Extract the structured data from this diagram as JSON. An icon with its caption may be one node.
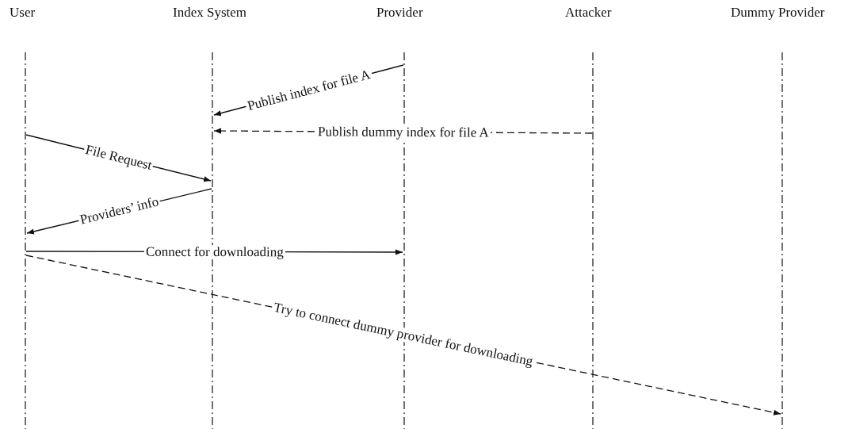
{
  "diagram": {
    "nodes": [
      {
        "text": [
          "User"
        ]
      },
      {
        "text": [
          "Index System"
        ]
      },
      {
        "text": [
          "Provider"
        ]
      },
      {
        "text": [
          "Attacker"
        ]
      },
      {
        "text": [
          "Dummy Provider"
        ]
      }
    ],
    "edges": [
      {
        "from": 2,
        "to": 1,
        "arrow": "to",
        "label": "Publish index for file A"
      },
      {
        "from": 3,
        "to": 1,
        "arrow": "to",
        "label": "Publish dummy index for file A",
        "style": "dashed"
      },
      {
        "from": 0,
        "to": 1,
        "arrow": "to",
        "label": "File Request"
      },
      {
        "from": 1,
        "to": 0,
        "arrow": "to",
        "label": "Providers’ info"
      },
      {
        "from": 0,
        "to": 2,
        "arrow": "to",
        "label": "Connect for downloading"
      },
      {
        "from": 0,
        "to": 4,
        "arrow": "to",
        "label": "Try to connect dummy provider for downloading",
        "style": "dashed"
      }
    ]
  }
}
